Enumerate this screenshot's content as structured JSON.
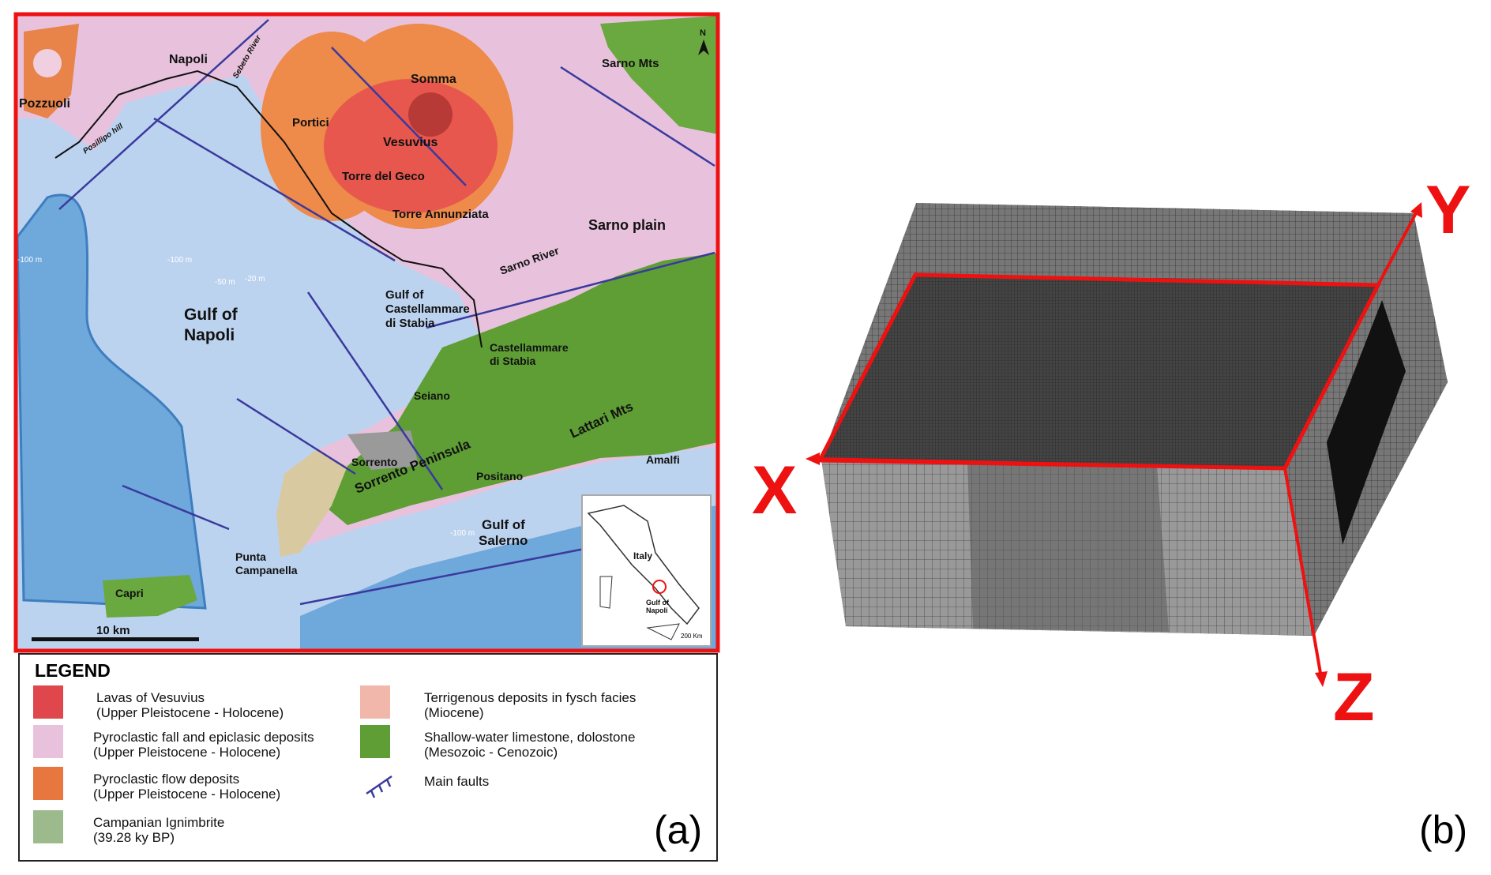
{
  "panel_a": {
    "panel_label": "(a)",
    "north_label": "N",
    "scale_bar": "10 km",
    "places": {
      "napoli": "Napoli",
      "pozzuoli": "Pozzuoli",
      "somma": "Somma",
      "portici": "Portici",
      "vesuvius": "Vesuvius",
      "torre_del_geco": "Torre del Geco",
      "torre_annunziata": "Torre Annunziata",
      "sarno_mts": "Sarno Mts",
      "sarno_plain": "Sarno plain",
      "sarno_river": "Sarno River",
      "sebeto_river": "Sebeto River",
      "posillipo_hill": "Posillipo hill",
      "gulf_castellammare": [
        "Gulf of",
        "Castellammare",
        "di Stabia"
      ],
      "gulf_napoli": [
        "Gulf of",
        "Napoli"
      ],
      "castellammare": [
        "Castellammare",
        "di Stabia"
      ],
      "seiano": "Seiano",
      "lattari_mts": "Lattari Mts",
      "sorrento": "Sorrento",
      "sorrento_peninsula": "Sorrento Peninsula",
      "positano": "Positano",
      "amalfi": "Amalfi",
      "gulf_salerno": [
        "Gulf of",
        "Salerno"
      ],
      "punta_campanella": [
        "Punta",
        "Campanella"
      ],
      "capri": "Capri"
    },
    "depths": [
      "-100 m",
      "-100 m",
      "-50 m",
      "-20 m",
      "-100 m"
    ],
    "inset": {
      "country": "Italy",
      "gulf": [
        "Gulf of",
        "Napoli"
      ],
      "scale": "200 Km"
    },
    "legend": {
      "title": "LEGEND",
      "items": [
        {
          "color": "#e0474c",
          "line1": "Lavas of Vesuvius",
          "line2": "(Upper Pleistocene - Holocene)"
        },
        {
          "color": "#e8c2dc",
          "line1": "Pyroclastic fall and epiclasic deposits",
          "line2": "(Upper Pleistocene - Holocene)"
        },
        {
          "color": "#e8773f",
          "line1": "Pyroclastic flow deposits",
          "line2": "(Upper Pleistocene - Holocene)"
        },
        {
          "color": "#9dba8c",
          "line1": "Campanian Ignimbrite",
          "line2": "(39.28 ky BP)"
        },
        {
          "color": "#f1b7ab",
          "line1": "Terrigenous deposits in fysch facies",
          "line2": " (Miocene)"
        },
        {
          "color": "#5e9e35",
          "line1": "Shallow-water limestone, dolostone",
          "line2": " (Mesozoic - Cenozoic)"
        },
        {
          "color": "#3a3a9e",
          "line1": "Main faults",
          "line2": ""
        }
      ]
    }
  },
  "panel_b": {
    "panel_label": "(b)",
    "axes": {
      "x": "X",
      "y": "Y",
      "z": "Z"
    },
    "axis_color": "#ee1111"
  }
}
